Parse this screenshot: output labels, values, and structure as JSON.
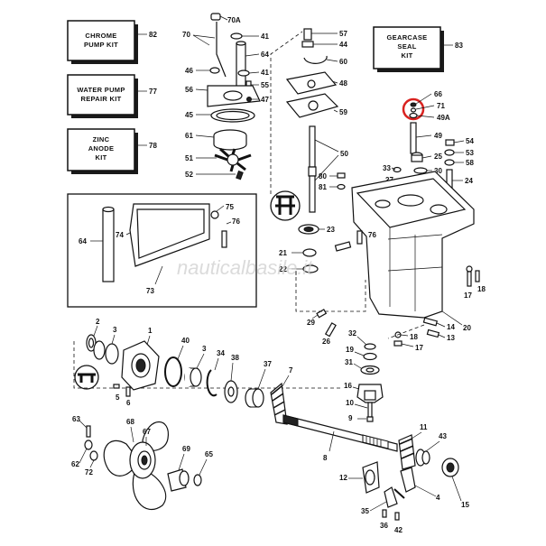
{
  "watermark": "nauticalbasile.it",
  "kits": [
    {
      "id": "chrome-pump",
      "lines": [
        "CHROME",
        "PUMP KIT"
      ],
      "ref": "82"
    },
    {
      "id": "water-pump",
      "lines": [
        "WATER PUMP",
        "REPAIR KIT"
      ],
      "ref": "77"
    },
    {
      "id": "zinc-anode",
      "lines": [
        "ZINC",
        "ANODE",
        "KIT"
      ],
      "ref": "78"
    },
    {
      "id": "gearcase-seal",
      "lines": [
        "GEARCASE",
        "SEAL",
        "KIT"
      ],
      "ref": "83"
    }
  ],
  "callouts": {
    "c70A": "70A",
    "c70": "70",
    "c41": "41",
    "c64t": "64",
    "c46": "46",
    "c41b": "41",
    "c55": "55",
    "c56": "56",
    "c47": "47",
    "c45": "45",
    "c61": "61",
    "c51": "51",
    "c52": "52",
    "c57": "57",
    "c44": "44",
    "c60": "60",
    "c48": "48",
    "c59": "59",
    "c50": "50",
    "c66": "66",
    "c71": "71",
    "c49A": "49A",
    "c49": "49",
    "c54": "54",
    "c53": "53",
    "c58": "58",
    "c25": "25",
    "c30": "30",
    "c33": "33",
    "c27": "27",
    "c24": "24",
    "c80": "80",
    "c81": "81",
    "c23": "23",
    "c21": "21",
    "c22": "22",
    "c29": "29",
    "c75": "75",
    "c74": "74",
    "c76": "76",
    "c64": "64",
    "c73": "73",
    "c17": "17",
    "c18": "18",
    "c20": "20",
    "c14": "14",
    "c13": "13",
    "c18b": "18",
    "c17b": "17",
    "c26": "26",
    "c2": "2",
    "c3": "3",
    "c1": "1",
    "c40": "40",
    "c3b": "3",
    "c34": "34",
    "c38": "38",
    "c37": "37",
    "c7": "7",
    "c5": "5",
    "c6": "6",
    "c32": "32",
    "c19": "19",
    "c31": "31",
    "c16": "16",
    "c10": "10",
    "c9": "9",
    "c63": "63",
    "c68": "68",
    "c67": "67",
    "c62": "62",
    "c72": "72",
    "c69": "69",
    "c65": "65",
    "c8": "8",
    "c11": "11",
    "c43": "43",
    "c12": "12",
    "c4": "4",
    "c15": "15",
    "c35": "35",
    "c36": "36",
    "c42": "42"
  },
  "colors": {
    "ink": "#111111",
    "highlight": "#d9221f",
    "box": "#ffffff",
    "shadow": "#1a1a1a"
  }
}
